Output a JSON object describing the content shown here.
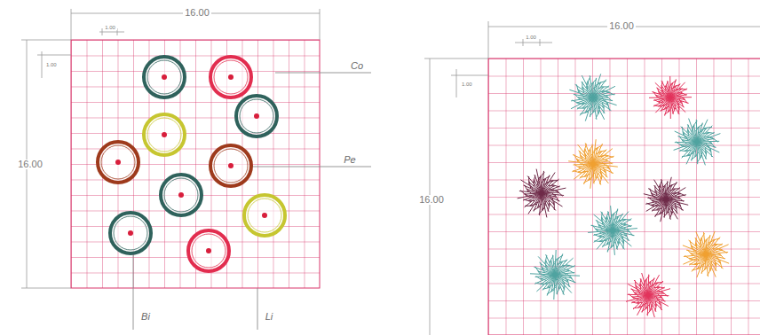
{
  "diagram": {
    "labels": [
      "16.00",
      "1.00",
      "1.00",
      "16.00",
      "Co",
      "Pe",
      "Bi",
      "Li",
      "16.00",
      "1.00",
      "1.00",
      "16.00"
    ]
  }
}
